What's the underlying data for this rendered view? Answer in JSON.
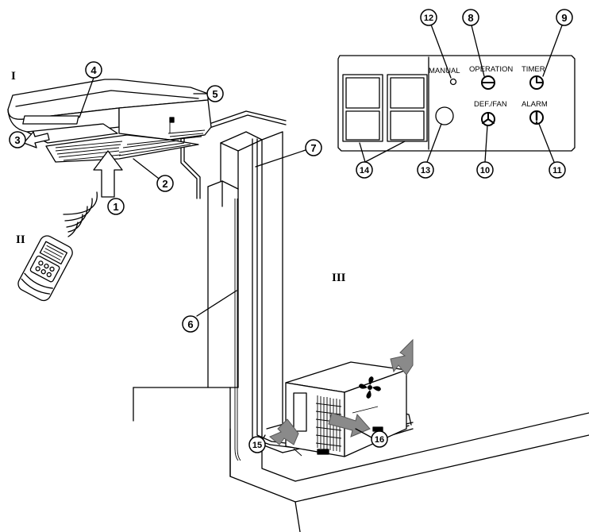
{
  "roman_labels": [
    "I",
    "II",
    "III"
  ],
  "callouts": [
    "1",
    "2",
    "3",
    "4",
    "5",
    "6",
    "7",
    "8",
    "9",
    "10",
    "11",
    "12",
    "13",
    "14",
    "15",
    "16"
  ],
  "panel": {
    "manual_label": "MANUAL",
    "operation_label": "OPERATION",
    "timer_label": "TIMER",
    "def_fan_label": "DEF./FAN",
    "alarm_label": "ALARM"
  },
  "icons": {
    "operation": "operation-lamp-icon",
    "timer": "timer-lamp-icon",
    "def_fan": "defrost-fan-lamp-icon",
    "alarm": "alarm-lamp-icon",
    "outdoor_fan": "fan-grille-icon",
    "remote_signal": "wireless-signal-icon"
  }
}
